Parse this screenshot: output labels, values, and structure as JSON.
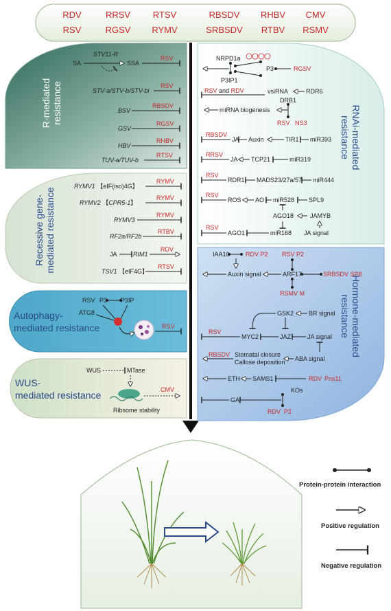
{
  "viruses": {
    "row1": [
      "RDV",
      "RRSV",
      "RTSV",
      "RBSDV",
      "RHBV",
      "CMV"
    ],
    "row2": [
      "RSV",
      "RGSV",
      "RYMV",
      "SRBSDV",
      "RTBV",
      "RSMV"
    ]
  },
  "r_mediated": {
    "title_1": "R-mediated",
    "title_2": "resistance",
    "rows": [
      {
        "gene": "STV11-R",
        "left": "SA",
        "right": "SSA",
        "virus": "RSV"
      },
      {
        "gene": "STV-a/STV-b/STV-bi",
        "virus": "RSV"
      },
      {
        "gene": "BSV",
        "virus": "RBSDV"
      },
      {
        "gene": "GSV",
        "virus": "RGSV"
      },
      {
        "gene": "HBV",
        "virus": "RHBV"
      },
      {
        "gene": "TUV-a/TUV-b",
        "virus": "RTSV"
      }
    ]
  },
  "recessive": {
    "title_1": "Recessive gene-",
    "title_2": "mediated resistance",
    "rows": [
      {
        "gene": "RYMV1",
        "bracket": "eIF(iso)4G",
        "virus": "RYMV"
      },
      {
        "gene": "RYMV2",
        "bracket": "CPR5-1",
        "virus": "RYMV"
      },
      {
        "gene": "RYMV3",
        "virus": "RYMV"
      },
      {
        "gene": "RF2a/RF2b",
        "virus": "RTBV"
      },
      {
        "left": "JA",
        "gene": "RIM1",
        "virus": "RDV"
      },
      {
        "gene": "TSV1",
        "bracket": "eIF4G",
        "virus": "RTSV"
      }
    ]
  },
  "autophagy": {
    "title_1": "Autophagy-",
    "title_2": "mediated resistance",
    "rsv": "RSV",
    "p3": "P3",
    "p3ip": "P3IP",
    "atg8": "ATG8",
    "virus": "RSV"
  },
  "wus": {
    "title_1": "WUS-",
    "title_2": "mediated resistance",
    "wus": "WUS",
    "mtase": "MTase",
    "virus": "CMV",
    "ribosome": "Ribsome stability"
  },
  "rnai": {
    "title_1": "RNAi-mediated",
    "title_2": "resistance",
    "nrpd1a": "NRPD1a",
    "p3": "P3",
    "rgsv": "RGSV",
    "p3ip1": "P3IP1",
    "rsv": "RSV",
    "and": "and",
    "rdv": "RDV",
    "vsirna": "vsiRNA",
    "rdr6": "RDR6",
    "drb1": "DRB1",
    "mirna_bio": "miRNA biogenesis",
    "ns3_virus": "RSV",
    "ns3": "NS3",
    "rbsdv": "RBSDV",
    "ja": "JA",
    "auxin": "Auxin",
    "tir1": "TIR1",
    "mir393": "miR393",
    "rrsv": "RRSV",
    "ja2": "JA",
    "tcp21": "TCP21",
    "mir319": "miR319",
    "rsv3": "RSV",
    "rdr1": "RDR1",
    "mads": "MADS23/27a/57",
    "mir444": "miR444",
    "rsv4": "RSV",
    "ros": "ROS",
    "ao": "AO",
    "mir528": "miR528",
    "spl9": "SPL9",
    "ago18": "AGO18",
    "jamyb": "JAMYB",
    "rsv5": "RSV",
    "ago1": "AGO1",
    "mir168": "miR168",
    "ja_signal": "JA signal"
  },
  "hormone": {
    "title_1": "Hormone-mediated",
    "title_2": "resistance",
    "iaa10": "IAA10",
    "rdv_p2": "RDV P2",
    "rsv_p2": "RSV P2",
    "auxin_signal": "Auxin signal",
    "arf17": "ARF17",
    "srbsdv_sp8": "SRBSDV SP8",
    "rsmv_m": "RSMV M",
    "gsk2": "GSK2",
    "br_signal": "BR signal",
    "rsv": "RSV",
    "myc2": "MYC2",
    "jaz": "JAZ",
    "ja_signal": "JA signal",
    "rbsdv": "RBSDV",
    "stomatal": "Stomatal closure",
    "callose": "Callose deposition",
    "aba_signal": "ABA signal",
    "eth": "ETH",
    "sams1": "SAMS1",
    "rdv_pns11": "RDV",
    "pns11": "Pns11",
    "ga": "GA",
    "kos": "KOs",
    "rdv_p2b": "RDV",
    "p2b": "P2"
  },
  "legend": {
    "ppi": "Protein-protein interaction",
    "positive": "Positive regulation",
    "negative": "Negative regulation"
  }
}
